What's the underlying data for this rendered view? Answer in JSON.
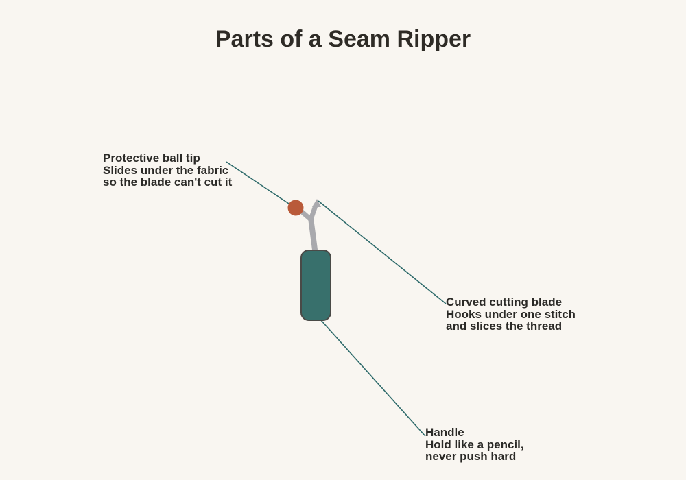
{
  "title": "Parts of a Seam Ripper",
  "colors": {
    "background": "#f9f6f1",
    "handle_fill": "#38706c",
    "handle_stroke": "#4a4a47",
    "shaft": "#a9a9ad",
    "ball_tip": "#b95a3a",
    "leader_line": "#2f6b6b",
    "text": "#2b2a27"
  },
  "callouts": {
    "ball_tip": {
      "heading": "Protective ball tip",
      "line1": "Slides under the fabric",
      "line2": "so the blade can't cut it"
    },
    "blade": {
      "heading": "Curved cutting blade",
      "line1": "Hooks under one stitch",
      "line2": "and slices the thread"
    },
    "handle": {
      "heading": "Handle",
      "line1": "Hold like a pencil,",
      "line2": "never push hard"
    }
  }
}
